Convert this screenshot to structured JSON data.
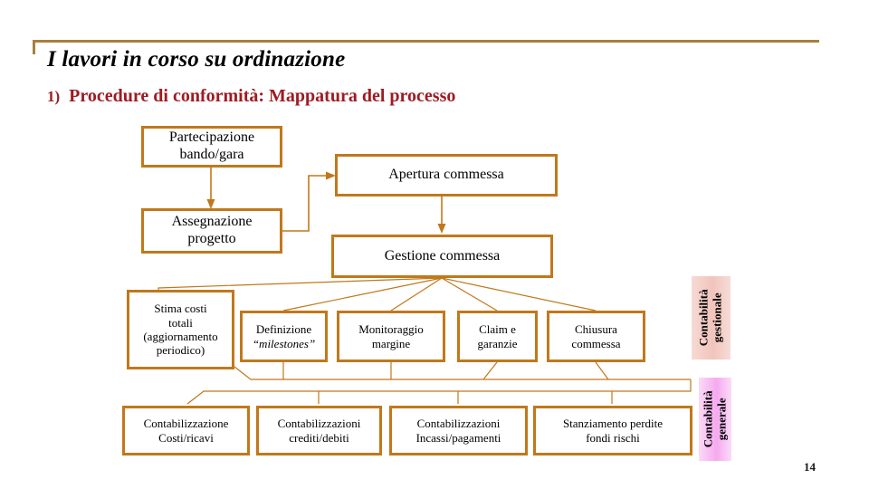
{
  "slide": {
    "title": "I lavori in corso su ordinazione",
    "subtitle_number": "1)",
    "subtitle_text": "Procedure di conformità: Mappatura del processo",
    "page_number": "14",
    "colors": {
      "title": "#000000",
      "subtitle": "#9E1B22",
      "rule": "#A8813E",
      "box_border": "#C1781B",
      "band_gestionale": "#F1C4BC",
      "band_generale": "#F6A9EF",
      "background": "#FFFFFF"
    }
  },
  "diagram": {
    "type": "flowchart",
    "nodes": [
      {
        "id": "partecipazione",
        "line1": "Partecipazione",
        "line2": "bando/gara"
      },
      {
        "id": "assegnazione",
        "line1": "Assegnazione",
        "line2": "progetto"
      },
      {
        "id": "apertura",
        "line1": "Apertura commessa",
        "line2": ""
      },
      {
        "id": "gestione",
        "line1": "Gestione commessa",
        "line2": ""
      },
      {
        "id": "stima",
        "line1": "Stima costi",
        "line2": "totali",
        "line3": "(aggiornamento",
        "line4": "periodico)"
      },
      {
        "id": "definizione",
        "line1": "Definizione",
        "line2": "“milestones”"
      },
      {
        "id": "monitoraggio",
        "line1": "Monitoraggio",
        "line2": "margine"
      },
      {
        "id": "claim",
        "line1": "Claim e",
        "line2": "garanzie"
      },
      {
        "id": "chiusura",
        "line1": "Chiusura",
        "line2": "commessa"
      },
      {
        "id": "cont-costi",
        "line1": "Contabilizzazione",
        "line2": "Costi/ricavi"
      },
      {
        "id": "cont-crediti",
        "line1": "Contabilizzazioni",
        "line2": "crediti/debiti"
      },
      {
        "id": "cont-incassi",
        "line1": "Contabilizzazioni",
        "line2": "Incassi/pagamenti"
      },
      {
        "id": "stanziamento",
        "line1": "Stanziamento perdite",
        "line2": "fondi rischi"
      }
    ],
    "bands": [
      {
        "id": "band-gestionale",
        "line1": "Contabilità",
        "line2": "gestionale"
      },
      {
        "id": "band-generale",
        "line1": "Contabilità",
        "line2": "generale"
      }
    ]
  }
}
